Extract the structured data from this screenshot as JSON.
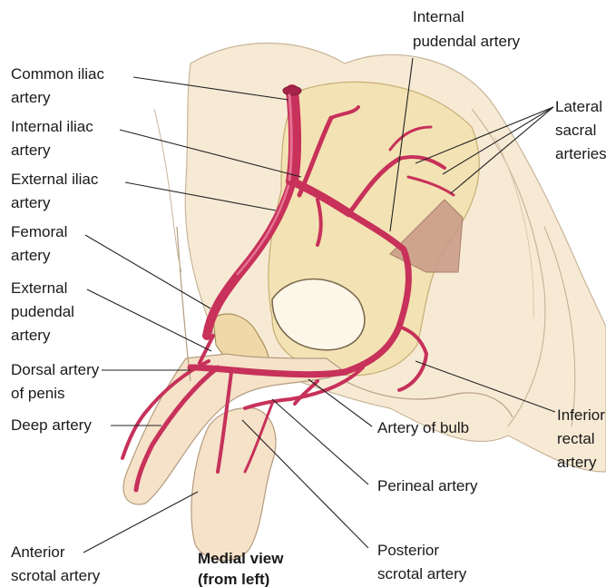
{
  "caption": {
    "line1": "Medial view",
    "line2": "(from left)"
  },
  "labels": {
    "internal_pudendal": [
      "Internal",
      "pudendal artery"
    ],
    "common_iliac": [
      "Common iliac",
      "artery"
    ],
    "lateral_sacral": [
      "Lateral",
      "sacral",
      "arteries"
    ],
    "internal_iliac": [
      "Internal iliac",
      "artery"
    ],
    "external_iliac": [
      "External iliac",
      "artery"
    ],
    "femoral": [
      "Femoral",
      "artery"
    ],
    "external_pudendal": [
      "External",
      "pudendal",
      "artery"
    ],
    "dorsal_penis": [
      "Dorsal artery",
      "of penis"
    ],
    "deep_artery": [
      "Deep artery"
    ],
    "inferior_rectal": [
      "Inferior",
      "rectal",
      "artery"
    ],
    "artery_of_bulb": [
      "Artery of bulb"
    ],
    "perineal": [
      "Perineal artery"
    ],
    "anterior_scrotal": [
      "Anterior",
      "scrotal artery"
    ],
    "posterior_scrotal": [
      "Posterior",
      "scrotal artery"
    ]
  },
  "colors": {
    "artery": "#c7315a",
    "bone": "#f3e3b4",
    "skin": "#f7ead5",
    "muscle": "#c99a86"
  }
}
